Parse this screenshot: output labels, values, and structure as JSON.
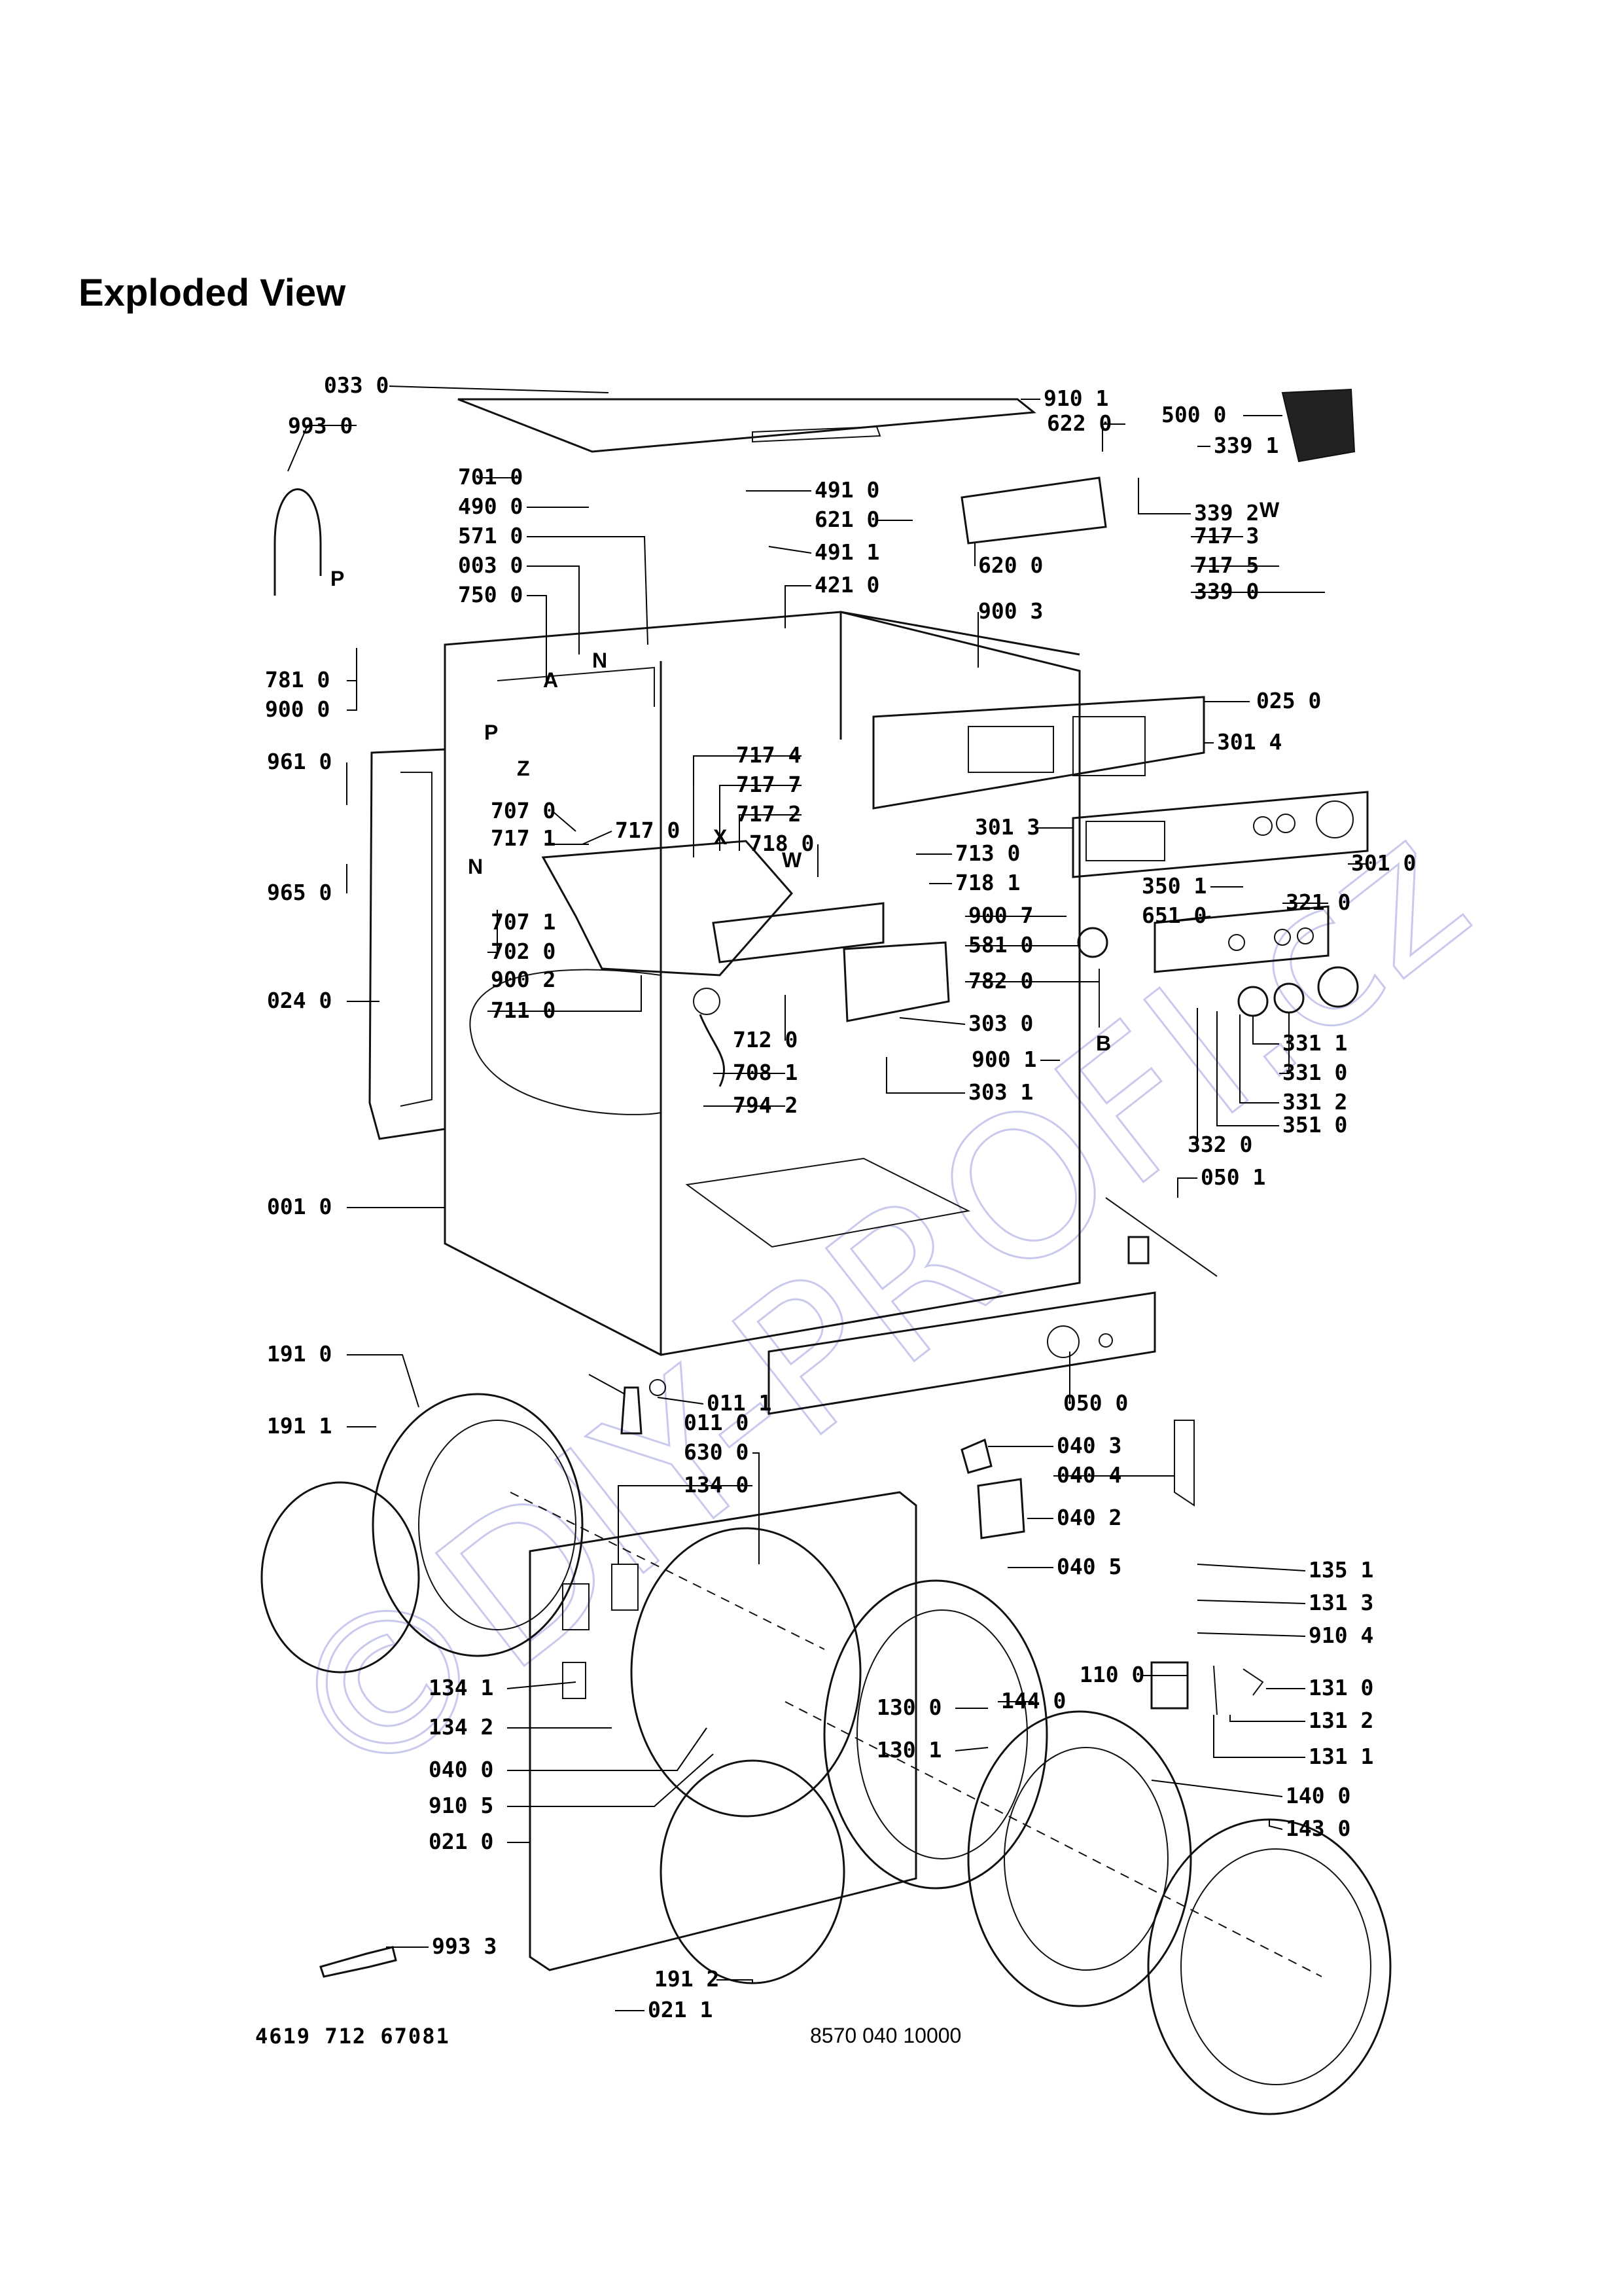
{
  "title": "Exploded View",
  "watermark": "©DIY-PROFI.cz",
  "footer": {
    "left": "4619 712 67081",
    "right": "8570 040 10000"
  },
  "letters": [
    "P",
    "N",
    "A",
    "P",
    "Z",
    "N",
    "X",
    "W",
    "W",
    "B"
  ],
  "labels": [
    "033 0",
    "993 0",
    "701 0",
    "490 0",
    "571 0",
    "003 0",
    "750 0",
    "781 0",
    "900 0",
    "961 0",
    "965 0",
    "707 0",
    "717 1",
    "717 0",
    "707 1",
    "702 0",
    "900 2",
    "711 0",
    "024 0",
    "717 4",
    "717 7",
    "717 2",
    "718 0",
    "712 0",
    "708 1",
    "794 2",
    "303 0",
    "303 1",
    "900 1",
    "910 1",
    "622 0",
    "500 0",
    "339 1",
    "339 2",
    "717 3",
    "717 5",
    "339 0",
    "491 0",
    "621 0",
    "491 1",
    "620 0",
    "421 0",
    "900 3",
    "025 0",
    "301 4",
    "301 3",
    "713 0",
    "718 1",
    "900 7",
    "581 0",
    "782 0",
    "301 0",
    "350 1",
    "651 0",
    "321 0",
    "331 1",
    "331 0",
    "331 2",
    "351 0",
    "332 0",
    "050 1",
    "001 0",
    "191 0",
    "191 1",
    "011 1",
    "011 0",
    "050 0",
    "630 0",
    "134 0",
    "040 3",
    "040 4",
    "040 2",
    "040 5",
    "135 1",
    "131 3",
    "910 4",
    "110 0",
    "131 0",
    "131 2",
    "131 1",
    "134 1",
    "134 2",
    "040 0",
    "910 5",
    "021 0",
    "130 0",
    "144 0",
    "130 1",
    "140 0",
    "143 0",
    "993 3",
    "191 2",
    "021 1"
  ]
}
